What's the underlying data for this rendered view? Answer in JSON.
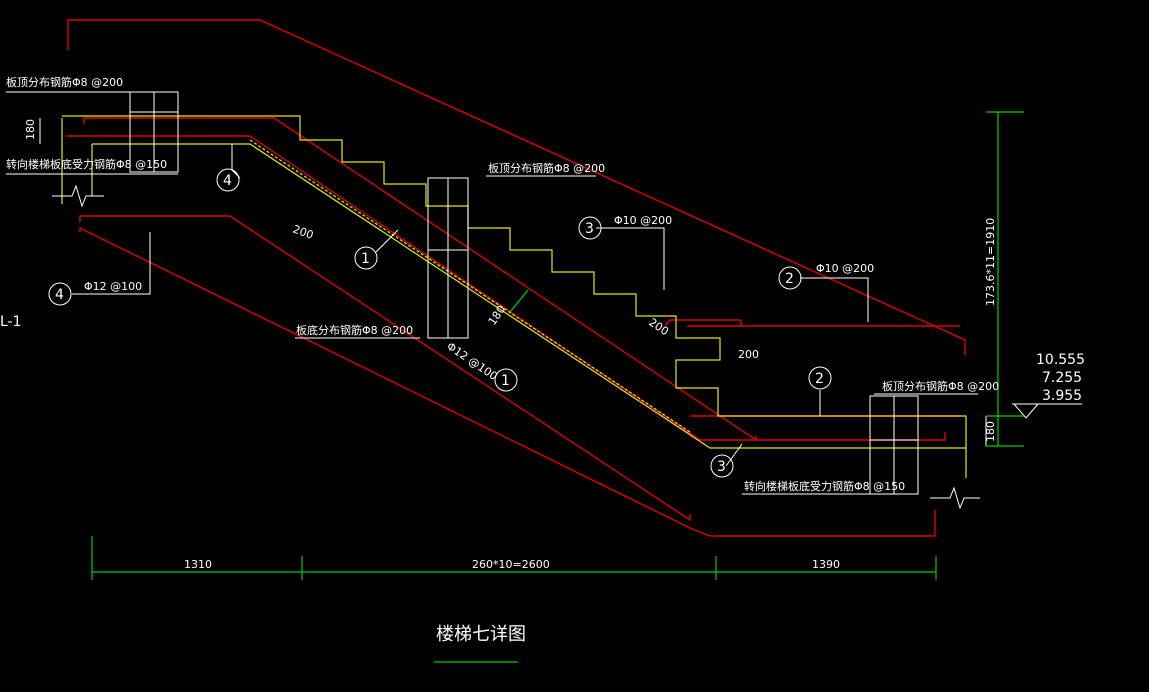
{
  "drawing": {
    "side_label": "L-1",
    "title": "楼梯七详图",
    "rebar_labels": {
      "top_left_dist": "板顶分布钢筋Φ8 @200",
      "left_trans": "转向楼梯板底受力钢筋Φ8 @150",
      "mid_top_dist": "板顶分布钢筋Φ8 @200",
      "mid_bottom_dist": "板底分布钢筋Φ8 @200",
      "right_top_dist": "板顶分布钢筋Φ8 @200",
      "right_trans": "转向楼梯板底受力钢筋Φ8 @150",
      "bar3_spec": "Φ10 @200",
      "bar2_spec": "Φ10 @200",
      "bar4_spec": "Φ12 @100",
      "bar1_spec": "Φ12 @100"
    },
    "markers": {
      "m1a": "1",
      "m1b": "1",
      "m2a": "2",
      "m2b": "2",
      "m3a": "3",
      "m3b": "3",
      "m4a": "4",
      "m4b": "4"
    },
    "anchor_lengths": {
      "a1": "200",
      "a2": "200",
      "a3": "200"
    },
    "thickness": {
      "left": "180",
      "right": "180",
      "slab": "180"
    },
    "vertical_dim": "173.6*11=1910",
    "elevations": [
      "10.555",
      "7.255",
      "3.955"
    ],
    "horizontal_dims": {
      "left": "1310",
      "middle": "260*10=2600",
      "right": "1390"
    }
  }
}
